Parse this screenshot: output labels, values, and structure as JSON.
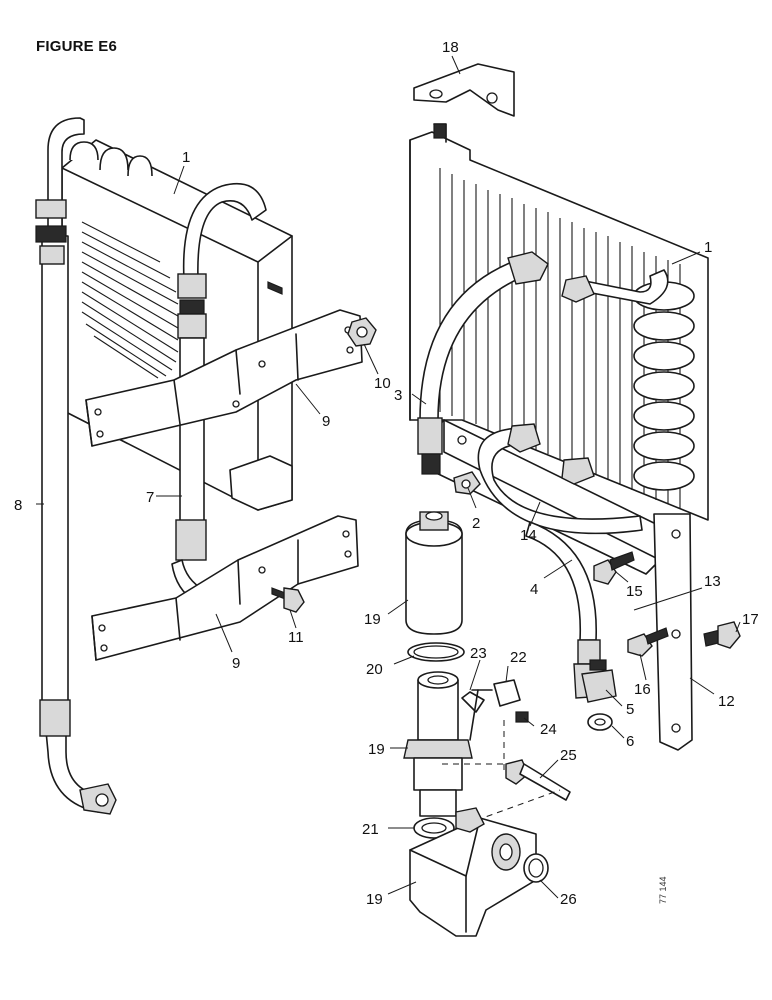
{
  "figure": {
    "title": "FIGURE E6",
    "reference_code": "77 144"
  },
  "callouts": [
    {
      "id": "c1a",
      "text": "1"
    },
    {
      "id": "c1b",
      "text": "1"
    },
    {
      "id": "c2",
      "text": "2"
    },
    {
      "id": "c3",
      "text": "3"
    },
    {
      "id": "c4",
      "text": "4"
    },
    {
      "id": "c5",
      "text": "5"
    },
    {
      "id": "c6",
      "text": "6"
    },
    {
      "id": "c7",
      "text": "7"
    },
    {
      "id": "c8",
      "text": "8"
    },
    {
      "id": "c9a",
      "text": "9"
    },
    {
      "id": "c9b",
      "text": "9"
    },
    {
      "id": "c10",
      "text": "10"
    },
    {
      "id": "c11",
      "text": "11"
    },
    {
      "id": "c12",
      "text": "12"
    },
    {
      "id": "c13",
      "text": "13"
    },
    {
      "id": "c14",
      "text": "14"
    },
    {
      "id": "c15",
      "text": "15"
    },
    {
      "id": "c16",
      "text": "16"
    },
    {
      "id": "c17",
      "text": "17"
    },
    {
      "id": "c18",
      "text": "18"
    },
    {
      "id": "c19a",
      "text": "19"
    },
    {
      "id": "c19b",
      "text": "19"
    },
    {
      "id": "c19c",
      "text": "19"
    },
    {
      "id": "c20",
      "text": "20"
    },
    {
      "id": "c21",
      "text": "21"
    },
    {
      "id": "c22",
      "text": "22"
    },
    {
      "id": "c23",
      "text": "23"
    },
    {
      "id": "c24",
      "text": "24"
    },
    {
      "id": "c25",
      "text": "25"
    },
    {
      "id": "c26",
      "text": "26"
    }
  ]
}
